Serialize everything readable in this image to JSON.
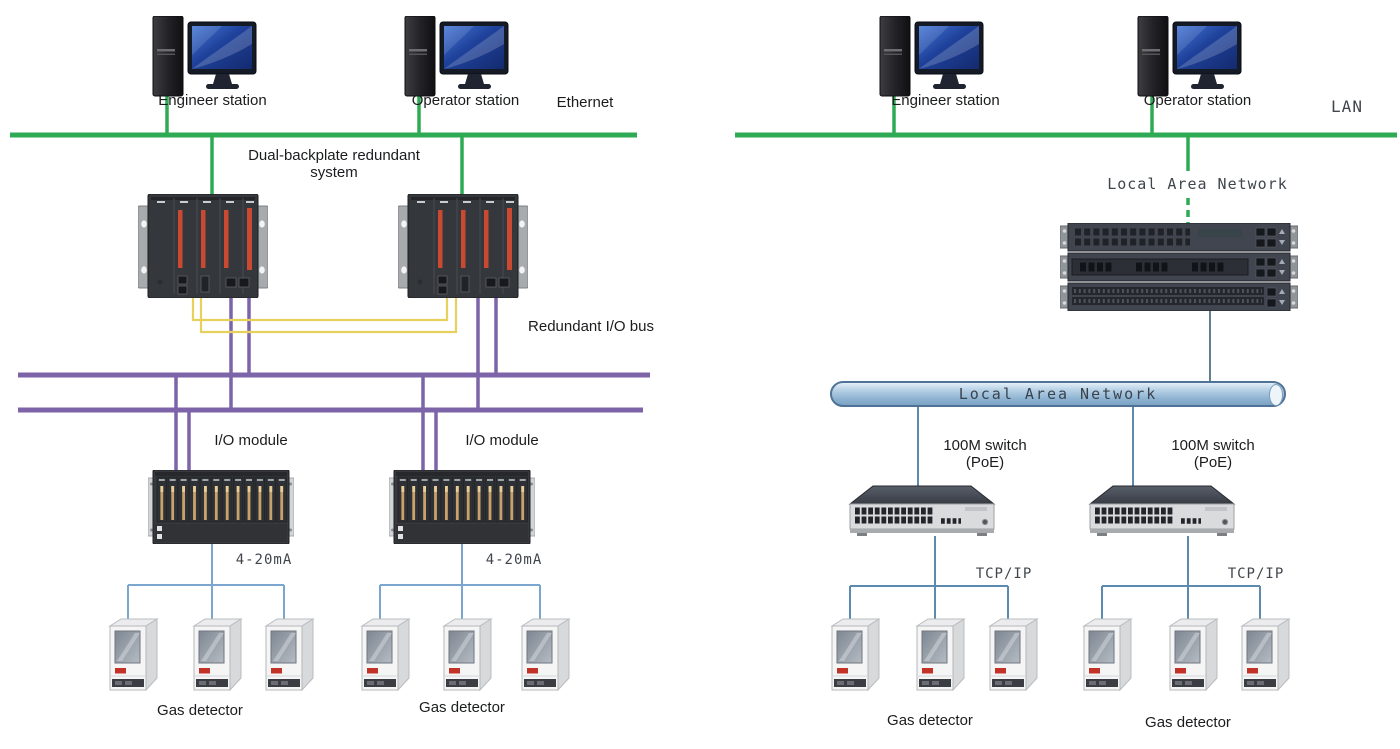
{
  "left_diagram": {
    "labels": {
      "engineer_station": "Engineer station",
      "operator_station": "Operator station",
      "ethernet": "Ethernet",
      "controller_system": "Dual-backplate redundant system",
      "redundant_io_bus": "Redundant I/O bus",
      "io_module_1": "I/O module",
      "io_module_2": "I/O module",
      "analog_signal_1": "4-20mA",
      "analog_signal_2": "4-20mA",
      "gas_detector_1": "Gas detector",
      "gas_detector_2": "Gas detector"
    }
  },
  "right_diagram": {
    "labels": {
      "engineer_station": "Engineer station",
      "operator_station": "Operator station",
      "lan": "LAN",
      "local_area_network": "Local Area Network",
      "lan_backbone": "Local Area Network",
      "poe_switch_1": "100M switch (PoE)",
      "poe_switch_2": "100M switch (PoE)",
      "tcp_ip_1": "TCP/IP",
      "tcp_ip_2": "TCP/IP",
      "gas_detector_1": "Gas detector",
      "gas_detector_2": "Gas detector"
    }
  },
  "colors": {
    "ethernet_green": "#2faa54",
    "io_bus_purple": "#7d63a8",
    "redundant_link_yellow": "#e7d15c",
    "signal_blue": "#7aa6cf",
    "lan_steel_blue": "#5d8bb0",
    "cylinder_fill": "#8fb4d2",
    "cylinder_border": "#4f7396",
    "controller_module_red": "#c94a30",
    "io_pin_gold": "#c9a26a"
  }
}
